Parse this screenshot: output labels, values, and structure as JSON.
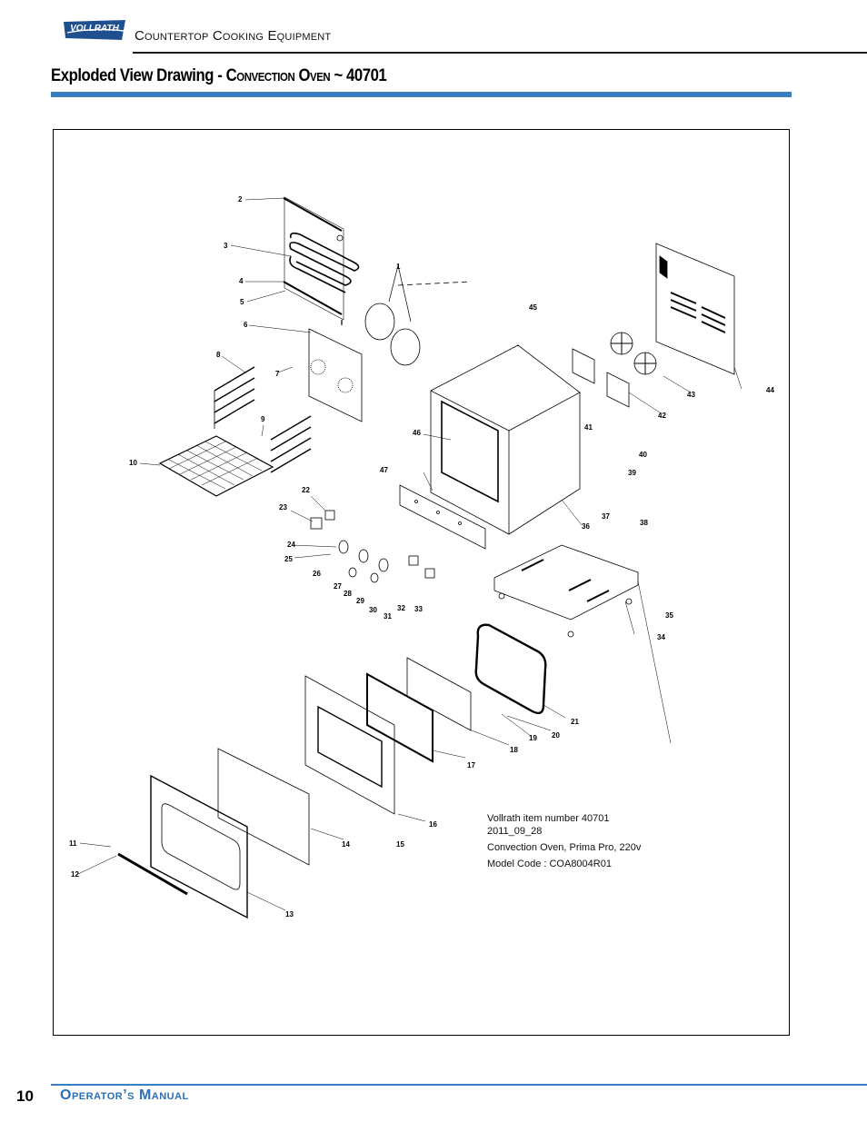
{
  "header": {
    "brand": "VOLLRATH",
    "title": "Countertop Cooking Equipment"
  },
  "section": {
    "title_main": "Exploded View Drawing - ",
    "title_sub": "Convection Oven",
    "title_model": " ~ 40701"
  },
  "callout": {
    "line1": "Vollrath item number 40701",
    "line2": "2011_09_28",
    "line3": "Convection Oven, Prima Pro, 220v",
    "line4": "Model Code : COA8004R01"
  },
  "footer": {
    "page_number": "10",
    "title": "Operator’s Manual"
  },
  "parts": [
    "1",
    "2",
    "3",
    "4",
    "5",
    "6",
    "7",
    "8",
    "9",
    "10",
    "11",
    "12",
    "13",
    "14",
    "15",
    "16",
    "17",
    "18",
    "19",
    "20",
    "21",
    "22",
    "23",
    "24",
    "25",
    "26",
    "27",
    "28",
    "29",
    "30",
    "31",
    "32",
    "33",
    "34",
    "35",
    "36",
    "37",
    "38",
    "39",
    "40",
    "41",
    "42",
    "43",
    "44",
    "45",
    "46",
    "47"
  ],
  "colors": {
    "accent": "#3b7ebf",
    "brand": "#1f4f8f"
  }
}
